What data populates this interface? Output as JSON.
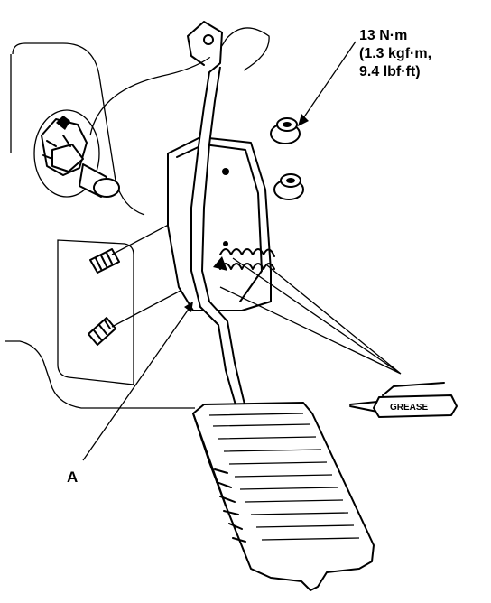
{
  "labels": {
    "torque_line1": "13 N·m",
    "torque_line2": "(1.3 kgf·m,",
    "torque_line3": "9.4 lbf·ft)",
    "callout_a": "A",
    "grease_label": "GREASE"
  }
}
